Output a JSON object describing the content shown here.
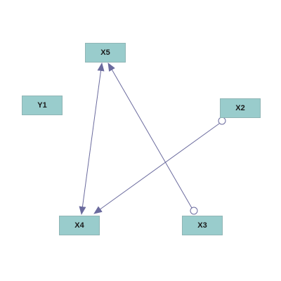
{
  "diagram": {
    "colors": {
      "node_fill": "#99cccc",
      "edge": "#6b6b9e"
    },
    "nodes": {
      "x5": {
        "label": "X5"
      },
      "y1": {
        "label": "Y1"
      },
      "x2": {
        "label": "X2"
      },
      "x4": {
        "label": "X4"
      },
      "x3": {
        "label": "X3"
      }
    },
    "edges": [
      {
        "from": "X5",
        "to": "X4",
        "tail": "arrow",
        "head": "arrow"
      },
      {
        "from": "X2",
        "to": "X4",
        "tail": "circle",
        "head": "arrow"
      },
      {
        "from": "X3",
        "to": "X5",
        "tail": "circle",
        "head": "arrow"
      }
    ]
  }
}
